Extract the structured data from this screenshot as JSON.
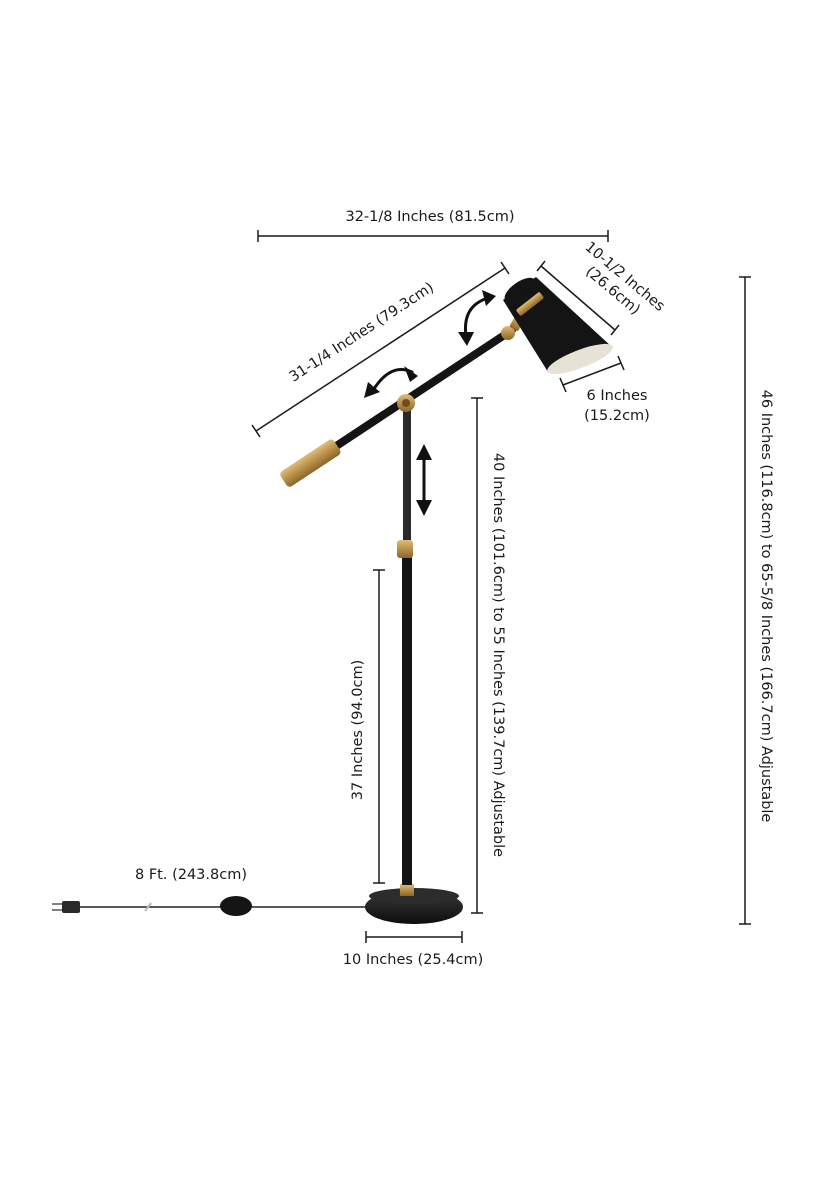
{
  "dimensions": {
    "overall_width": "32-1/8 Inches (81.5cm)",
    "arm_length": "31-1/4 Inches (79.3cm)",
    "shade_length_line1": "10-1/2 Inches",
    "shade_length_line2": "(26.6cm)",
    "shade_diameter_line1": "6 Inches",
    "shade_diameter_line2": "(15.2cm)",
    "pivot_height": "40 Inches (101.6cm) to 55 Inches (139.7cm) Adjustable",
    "lower_pole_height": "37 Inches (94.0cm)",
    "total_height": "46 Inches (116.8cm) to 65-5/8 Inches (166.7cm) Adjustable",
    "cord_length": "8 Ft. (243.8cm)",
    "base_diameter": "10 Inches (25.4cm)"
  },
  "colors": {
    "lamp_black": "#141414",
    "brass": "#b8904a",
    "line": "#1a1a1a"
  }
}
